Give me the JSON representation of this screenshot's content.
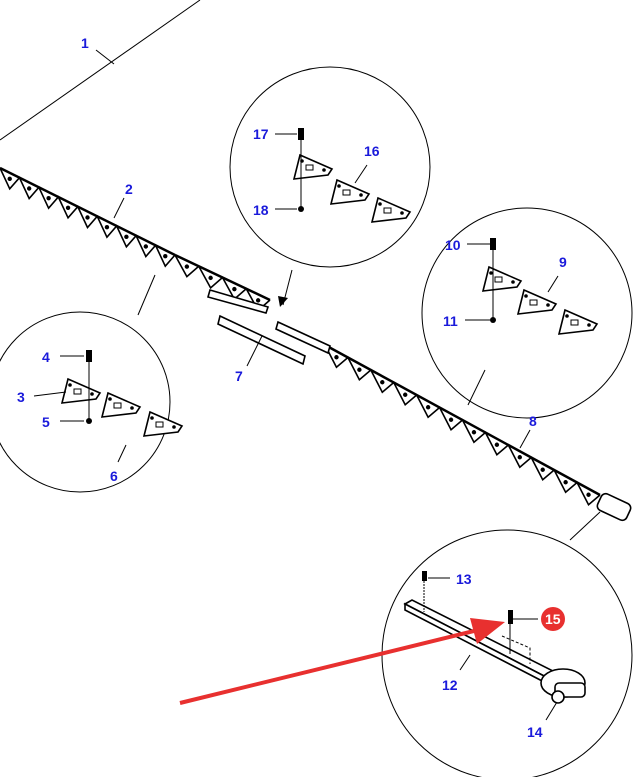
{
  "diagram": {
    "callouts": [
      "1",
      "2",
      "3",
      "4",
      "5",
      "6",
      "7",
      "8",
      "9",
      "10",
      "11",
      "12",
      "13",
      "14",
      "15",
      "16",
      "17",
      "18"
    ],
    "highlighted_callout": "15",
    "highlight_color": "#e8302f",
    "arrow_color": "#e8302f",
    "label_color": "#1a1adb"
  }
}
